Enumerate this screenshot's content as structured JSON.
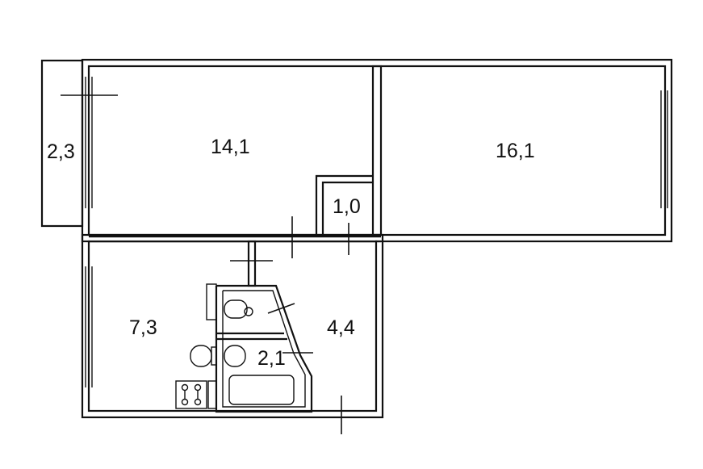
{
  "plan": {
    "rooms": [
      {
        "id": "balcony",
        "area": "2,3"
      },
      {
        "id": "room-left",
        "area": "14,1"
      },
      {
        "id": "room-right",
        "area": "16,1"
      },
      {
        "id": "closet",
        "area": "1,0"
      },
      {
        "id": "kitchen",
        "area": "7,3"
      },
      {
        "id": "hallway",
        "area": "4,4"
      },
      {
        "id": "bathroom",
        "area": "2,1"
      }
    ],
    "colors": {
      "wall": "#111111",
      "background": "#ffffff"
    },
    "icons": [
      "window-icon",
      "door-icon",
      "toilet-icon",
      "sink-icon",
      "bathtub-icon",
      "stove-icon"
    ]
  }
}
